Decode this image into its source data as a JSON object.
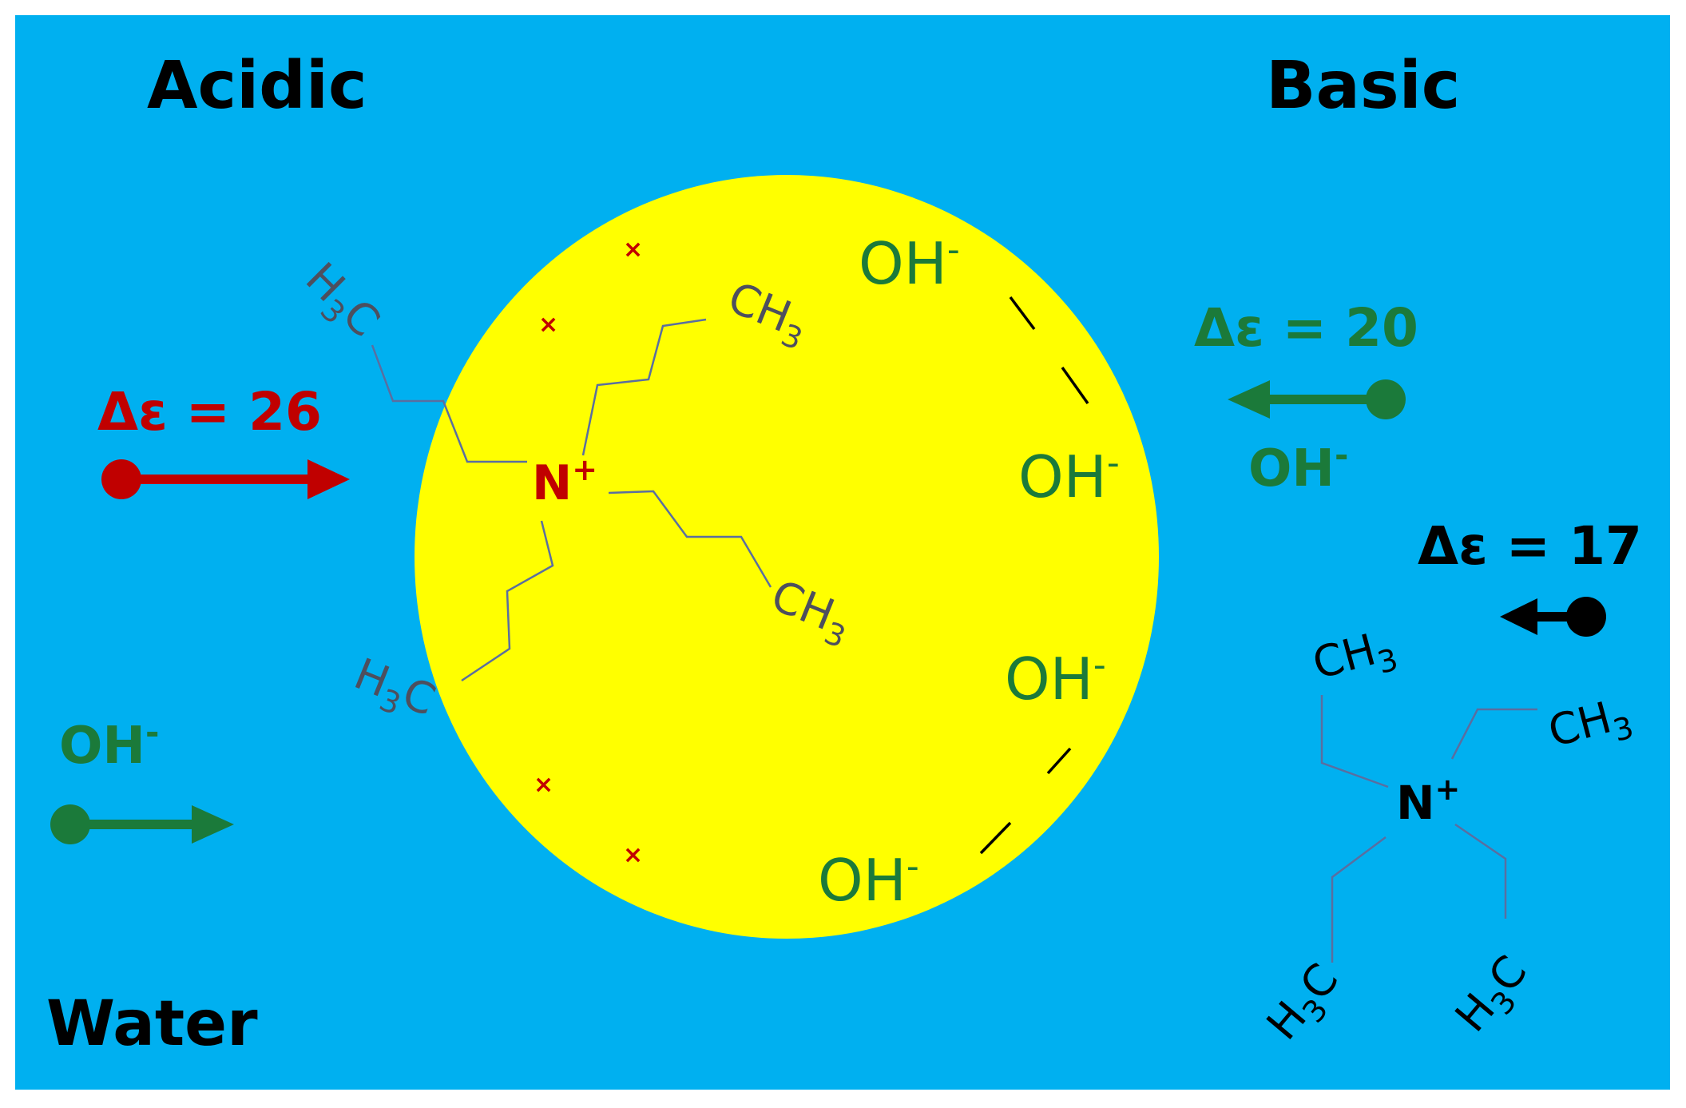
{
  "labels": {
    "acidic": "Acidic",
    "basic": "Basic",
    "water": "Water"
  },
  "ions": {
    "oh": "OH",
    "minus": "-"
  },
  "energy": {
    "acidic_arrow": "Δε = 26",
    "basic_oh_arrow": "Δε = 20",
    "basic_tea_arrow": "Δε = 17"
  },
  "molecules": {
    "nitrogen": "N",
    "plus": "+",
    "ch": "CH",
    "hc_h": "H",
    "sub3": "3",
    "c": "C"
  },
  "colors": {
    "water_background": "#00b0f0",
    "particle": "#ffff00",
    "red": "#c00000",
    "green": "#1b7a3a",
    "black": "#000000",
    "chain_gray": "#4d4f5e",
    "chain_line": "#5a6ea0"
  }
}
